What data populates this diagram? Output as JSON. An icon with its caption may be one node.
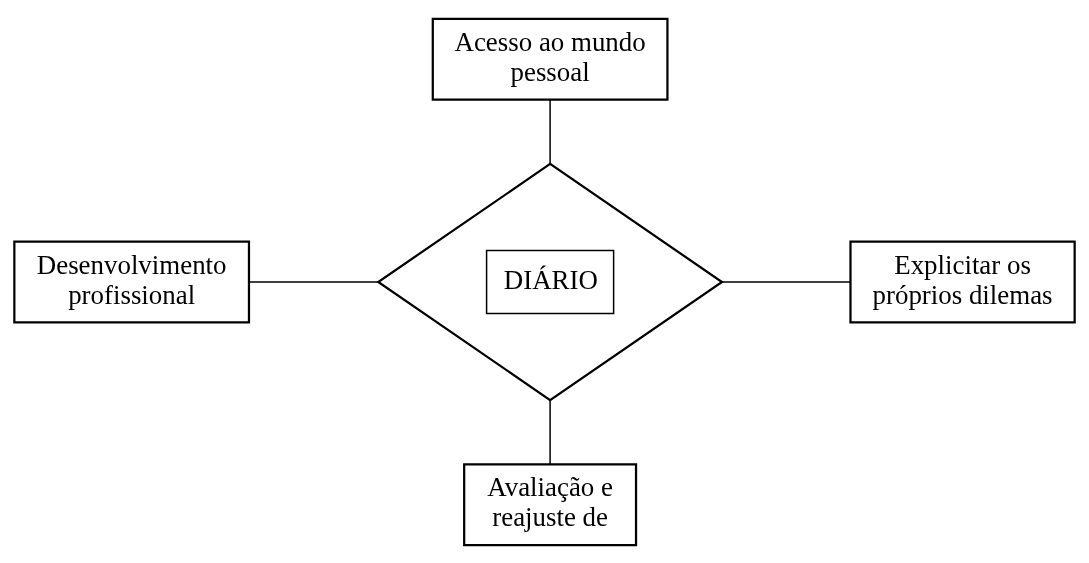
{
  "diagram": {
    "nodes": [
      {
        "text": [
          "Acesso ao mundo pessoal"
        ]
      },
      {
        "text": [
          "Desenvolvimento profissional"
        ]
      },
      {
        "text": [
          "DIÁRIO"
        ]
      },
      {
        "text": [
          "Explicitar os próprios dilemas"
        ]
      },
      {
        "text": [
          "Avaliação e reajuste de"
        ]
      }
    ],
    "edges": [
      {
        "from": 0,
        "to": 2,
        "arrow": "none"
      },
      {
        "from": 1,
        "to": 2,
        "arrow": "none"
      },
      {
        "from": 2,
        "to": 3,
        "arrow": "none"
      },
      {
        "from": 2,
        "to": 4,
        "arrow": "none"
      }
    ]
  }
}
